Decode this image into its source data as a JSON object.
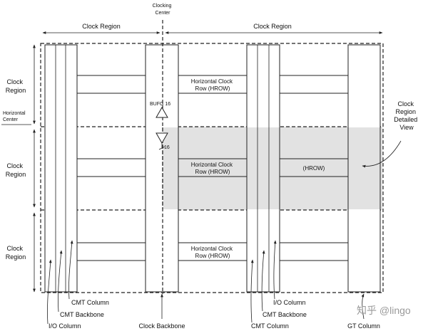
{
  "header": {
    "clocking_center": [
      "Clocking",
      "Center"
    ],
    "left_region": "Clock Region",
    "right_region": "Clock Region"
  },
  "left_labels": {
    "top_region": [
      "Clock",
      "Region"
    ],
    "horizontal_center": [
      "Horizontal",
      "Center"
    ],
    "middle_region": [
      "Clock",
      "Region"
    ],
    "bottom_region": [
      "Clock",
      "Region"
    ]
  },
  "hrow": {
    "top": [
      "Horizontal Clock",
      "Row (HROW)"
    ],
    "middle": [
      "Horizontal Clock",
      "Row (HROW)"
    ],
    "right_middle": "(HROW)",
    "bottom": [
      "Horizontal Clock",
      "Row (HROW)"
    ]
  },
  "bufg": {
    "label": "BUFG 16",
    "count": "16"
  },
  "detailed_view": [
    "Clock",
    "Region",
    "Detailed",
    "View"
  ],
  "bottom_labels": {
    "cmt_column_left": "CMT Column",
    "cmt_backbone_left": "CMT Backbone",
    "io_column_left": "I/O Column",
    "clock_backbone": "Clock Backbone",
    "io_column_right": "I/O Column",
    "cmt_backbone_right": "CMT Backbone",
    "cmt_column_right": "CMT Column",
    "gt_column": "GT Column"
  },
  "watermark": "知乎 @lingo",
  "colors": {
    "shade": "#e2e2e2",
    "line": "#222222"
  }
}
